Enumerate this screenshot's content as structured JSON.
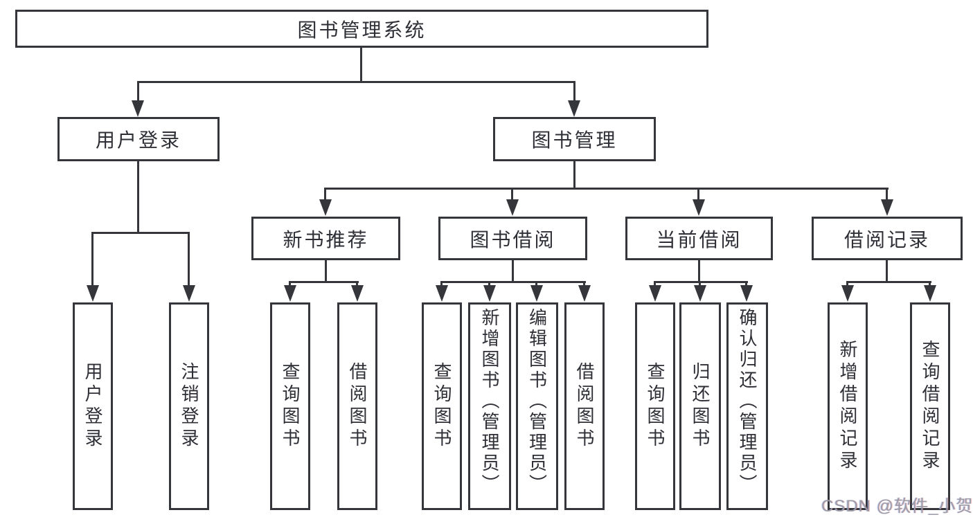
{
  "diagram": {
    "type": "tree",
    "title": "图书管理系统",
    "root": {
      "label": "图书管理系统",
      "children": [
        {
          "label": "用户登录",
          "children": [
            {
              "label": "用户登录"
            },
            {
              "label": "注销登录"
            }
          ]
        },
        {
          "label": "图书管理",
          "children": [
            {
              "label": "新书推荐",
              "children": [
                {
                  "label": "查询图书"
                },
                {
                  "label": "借阅图书"
                }
              ]
            },
            {
              "label": "图书借阅",
              "children": [
                {
                  "label": "查询图书"
                },
                {
                  "label": "新增图书（管理员）"
                },
                {
                  "label": "编辑图书（管理员）"
                },
                {
                  "label": "借阅图书"
                }
              ]
            },
            {
              "label": "当前借阅",
              "children": [
                {
                  "label": "查询图书"
                },
                {
                  "label": "归还图书"
                },
                {
                  "label": "确认归还（管理员）"
                }
              ]
            },
            {
              "label": "借阅记录",
              "children": [
                {
                  "label": "新增借阅记录"
                },
                {
                  "label": "查询借阅记录"
                }
              ]
            }
          ]
        }
      ]
    },
    "colors": {
      "line": "#35363b",
      "box_border": "#35363b",
      "box_fill": "#ffffff",
      "text": "#2e2f36",
      "background": "#ffffff",
      "watermark": "#9b9ca8"
    }
  },
  "watermark": {
    "text": "CSDN @软件_小贺同学"
  }
}
